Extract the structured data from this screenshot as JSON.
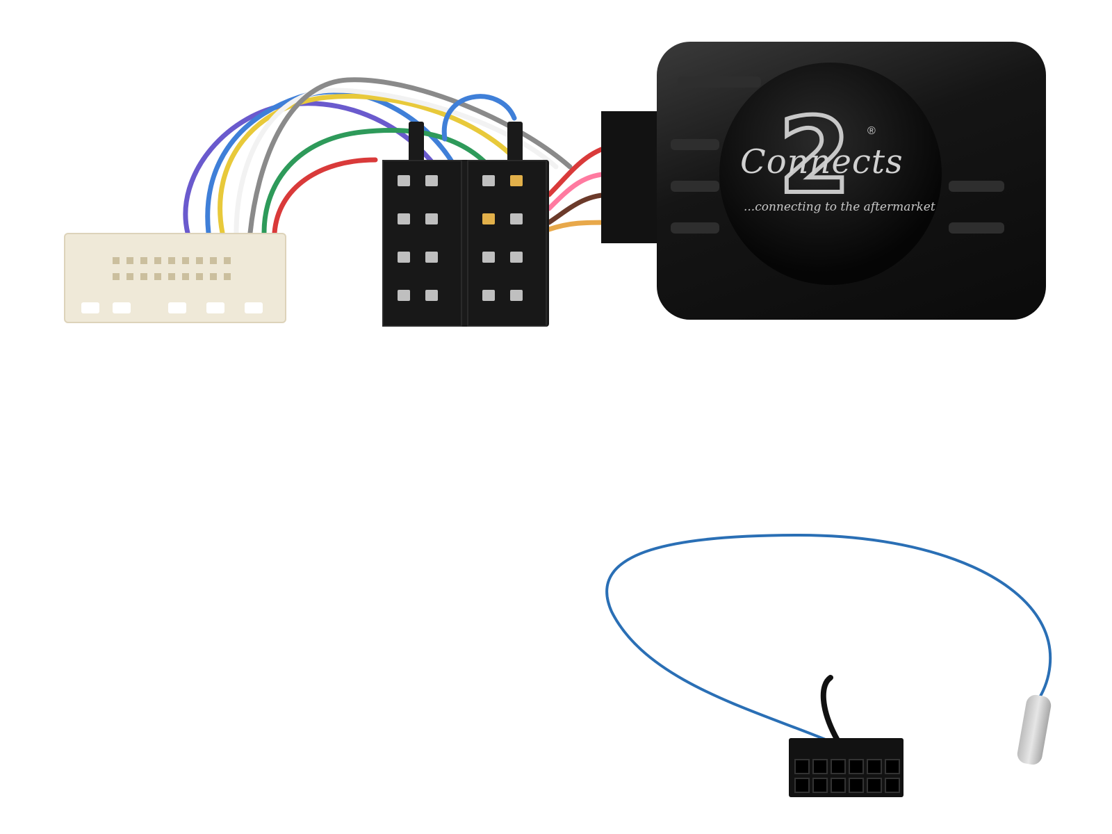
{
  "image": {
    "description": "Steering wheel control interface kit: black interface module, ISO connector, white multi-pin vehicle connector, and blue patch lead with small black connector",
    "background_color": "#ffffff"
  },
  "module": {
    "brand_logo_word": "Connects",
    "brand_logo_number": "2",
    "registered_mark": "®",
    "tagline": "...connecting to the aftermarket",
    "body_color": "#111111",
    "logo_color": "#cfcfcf"
  },
  "components": [
    {
      "name": "white-vehicle-connector",
      "color": "#efe9d8"
    },
    {
      "name": "iso-connector",
      "color": "#1a1a1a"
    },
    {
      "name": "interface-module",
      "color": "#111111"
    },
    {
      "name": "patch-lead",
      "color": "#2a6fb5"
    },
    {
      "name": "small-black-connector",
      "color": "#121212"
    },
    {
      "name": "antenna-plug",
      "color": "#c8c8c8"
    }
  ],
  "wire_colors": [
    "#6a5acd",
    "#3f7fd8",
    "#e8c93a",
    "#f2f2f2",
    "#8a8a8a",
    "#2e9a5a",
    "#d93a3a",
    "#6b3a2a",
    "#e8a84a",
    "#ff7aa0"
  ]
}
